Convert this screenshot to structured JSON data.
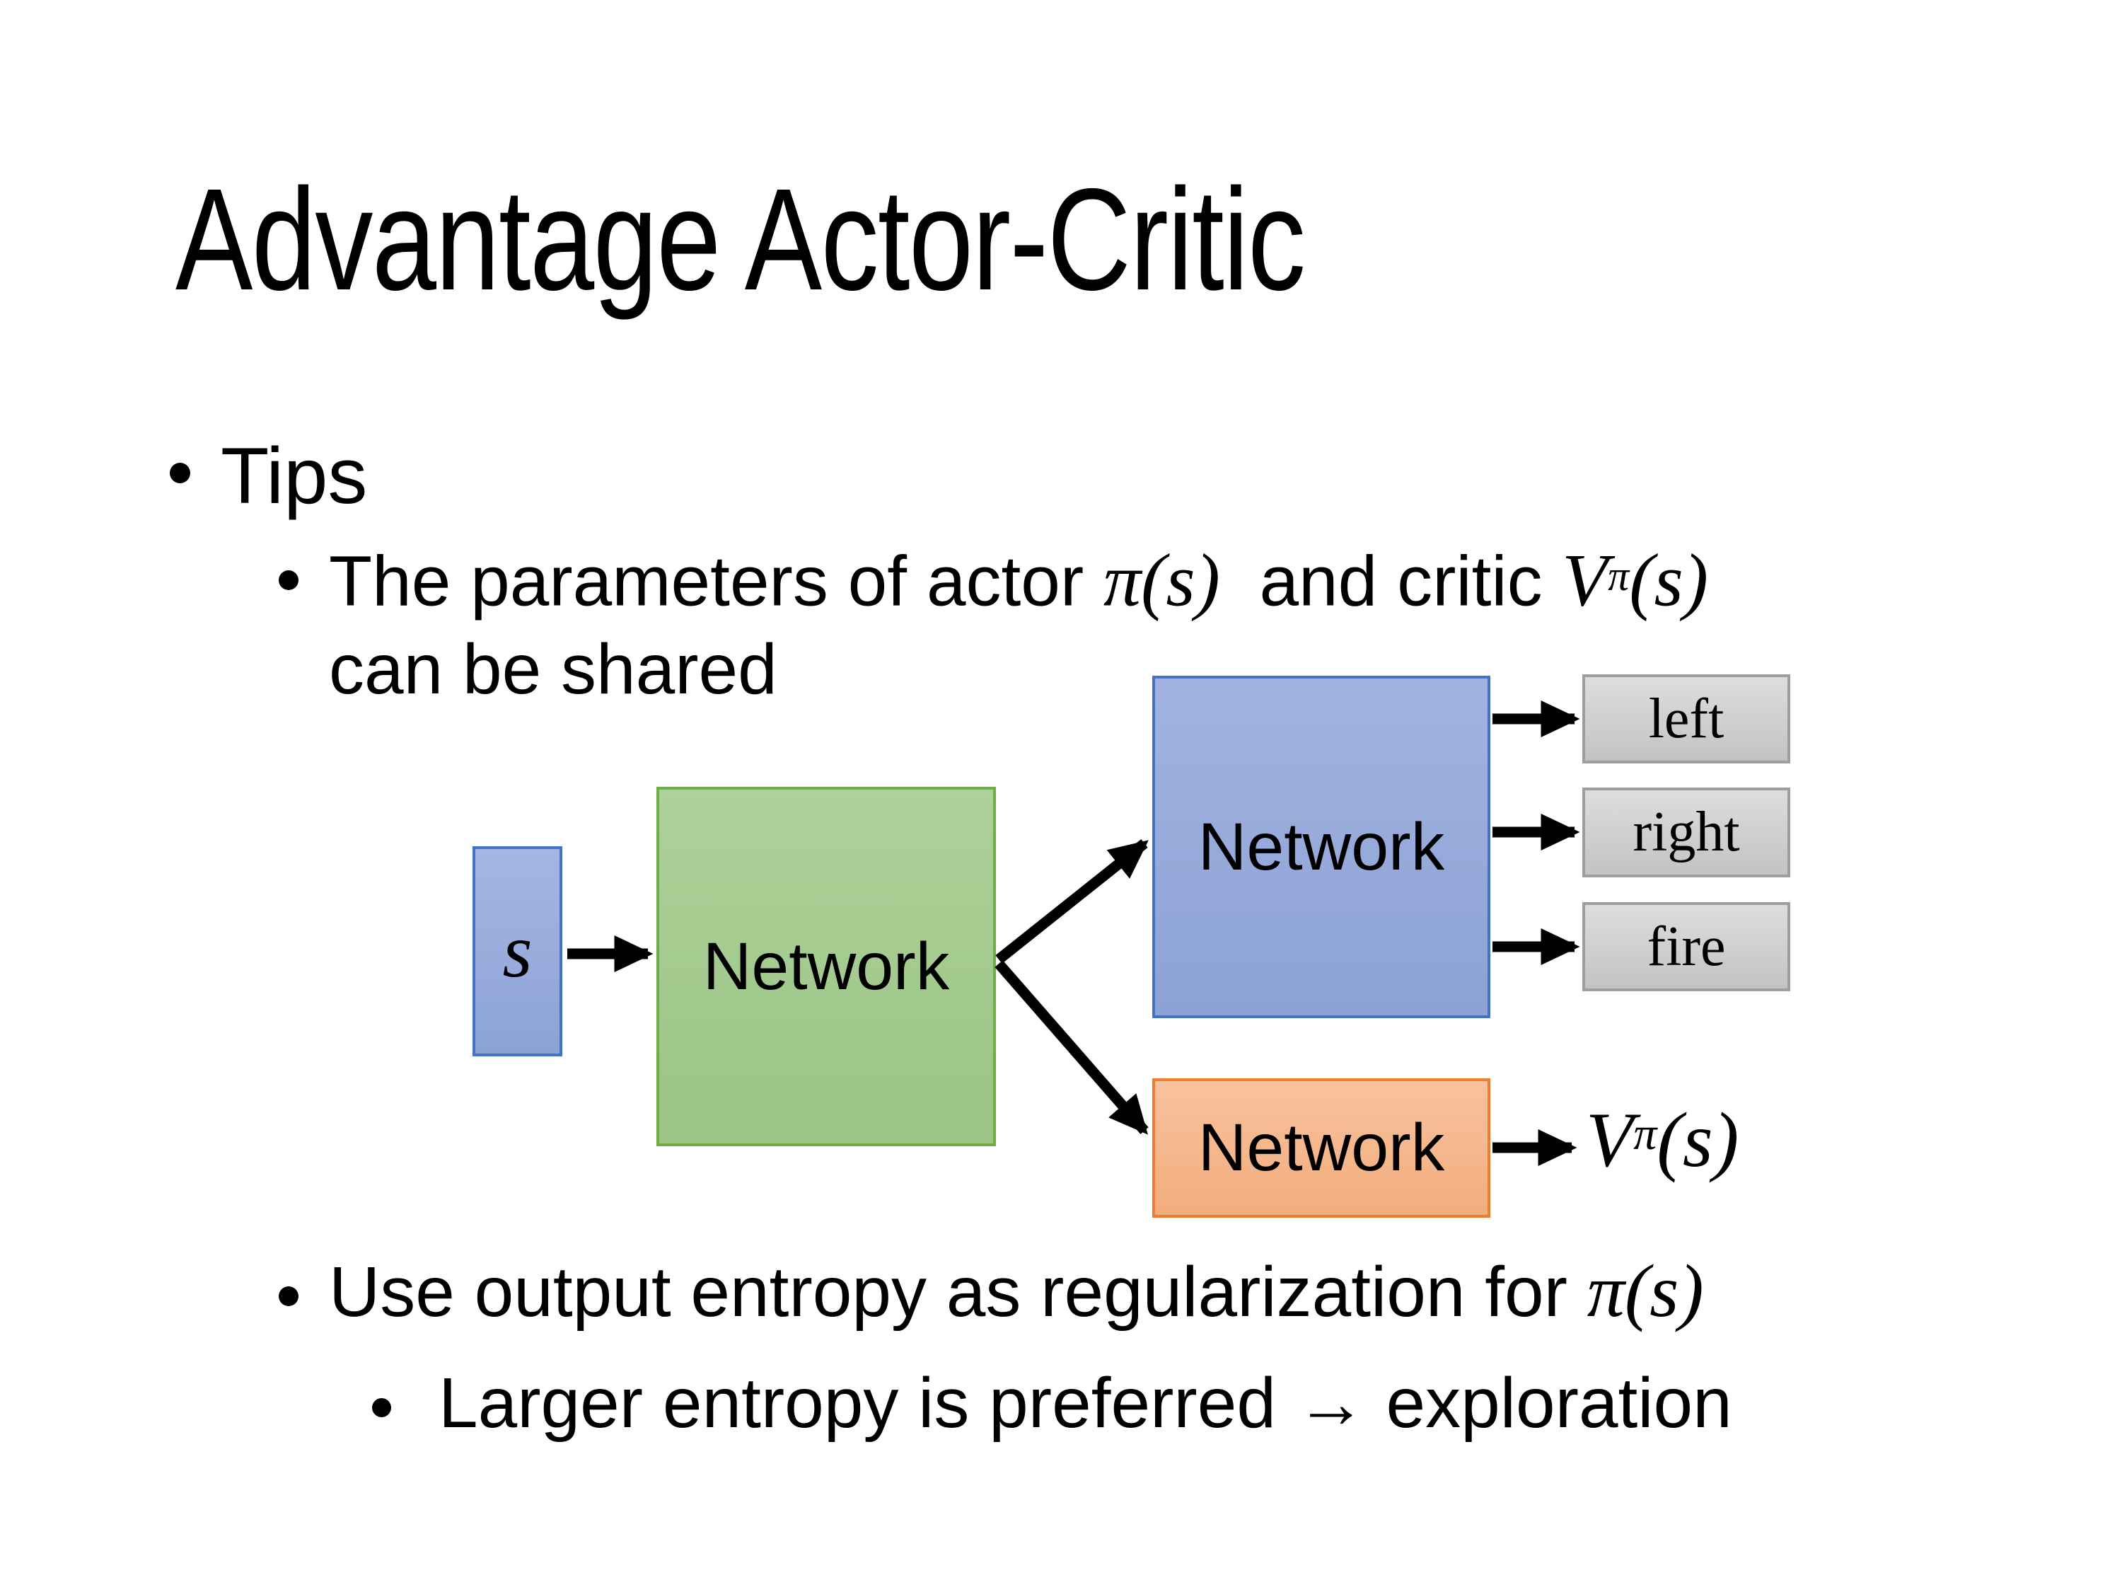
{
  "title": "Advantage Actor-Critic",
  "bullets": {
    "tips": "Tips",
    "param_pre": "The parameters of actor ",
    "param_math_actor": "π(s)",
    "param_mid": "  and critic ",
    "param_math_critic_base": "V",
    "param_math_critic_sup": "π",
    "param_math_critic_arg": "(s)",
    "param_cont": "can be shared",
    "entropy_pre": "Use output entropy as regularization for ",
    "entropy_math": "π(s)",
    "exploration": "Larger entropy is preferred → exploration"
  },
  "diagram": {
    "state_label": "s",
    "shared_network_label": "Network",
    "actor_network_label": "Network",
    "critic_network_label": "Network",
    "actions": [
      "left",
      "right",
      "fire"
    ],
    "value_base": "V",
    "value_sup": "π",
    "value_arg": "(s)"
  },
  "colors": {
    "state_box": {
      "bg1": "#A6B6E3",
      "bg2": "#8CA2D6",
      "border": "#4472C4"
    },
    "shared_box": {
      "bg1": "#ADD19A",
      "bg2": "#9BC485",
      "border": "#70AD47"
    },
    "actor_box": {
      "bg1": "#A2B3E0",
      "bg2": "#8CA2D6",
      "border": "#4472C4"
    },
    "critic_box": {
      "bg1": "#F8C29E",
      "bg2": "#F2AD7C",
      "border": "#ED7D31"
    },
    "action_box": {
      "bg1": "#DDDDDD",
      "bg2": "#C3C3C3",
      "border": "#9E9E9E"
    },
    "arrow": "#000000",
    "text": "#000000",
    "background": "#FFFFFF"
  }
}
